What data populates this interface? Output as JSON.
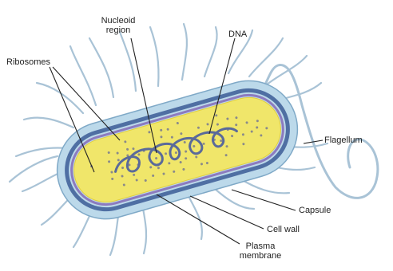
{
  "labels": {
    "nucleoid_line1": "Nucleoid",
    "nucleoid_line2": "region",
    "dna": "DNA",
    "ribosomes": "Ribosomes",
    "flagellum": "Flagellum",
    "capsule": "Capsule",
    "cell_wall": "Cell wall",
    "plasma_line1": "Plasma",
    "plasma_line2": "membrane"
  },
  "colors": {
    "capsule_fill": "#bcd9ea",
    "capsule_edge": "#7fa9c7",
    "cell_wall": "#4f6fa3",
    "membrane": "#8c7bbf",
    "cytoplasm": "#f0e66a",
    "cytoplasm_edge": "#e3cf3a",
    "dna": "#5a6a9a",
    "ribosome": "#8a8a8a",
    "pili": "#a9c3d6",
    "leader": "#222222"
  }
}
